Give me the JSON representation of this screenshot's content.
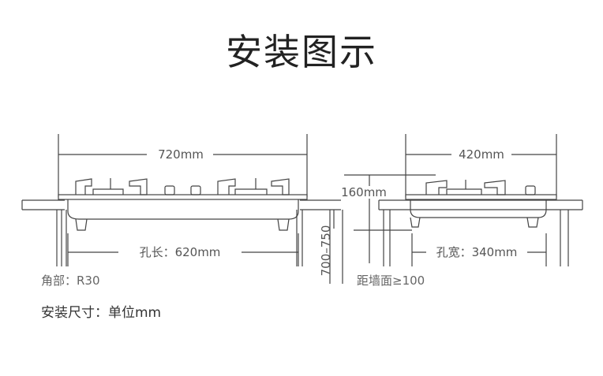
{
  "title": "安装图示",
  "left_diagram": {
    "total_width": "720mm",
    "hole_length": "孔长：620mm",
    "corner_radius": "角部：R30",
    "height_range": "700–750"
  },
  "right_diagram": {
    "total_width": "420mm",
    "height": "160mm",
    "hole_width": "孔宽：340mm",
    "wall_distance": "距墙面≥100"
  },
  "unit_note": "安装尺寸：单位mm"
}
